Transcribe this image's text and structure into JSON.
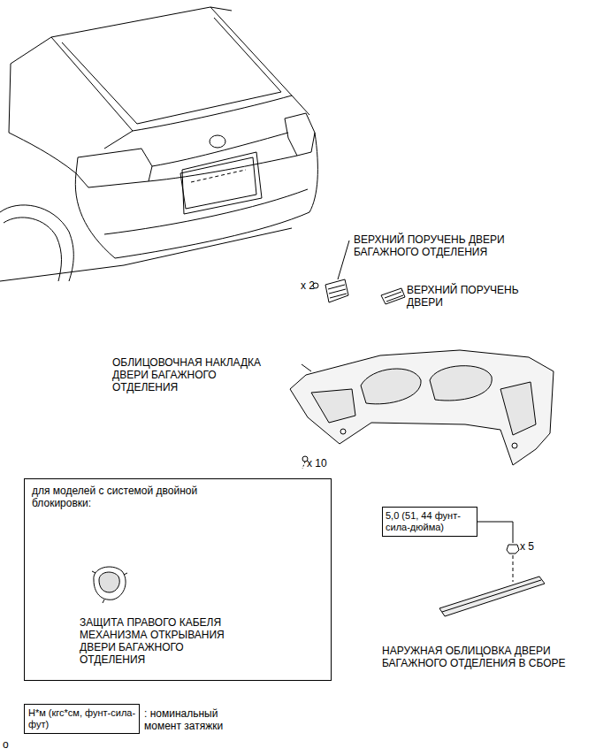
{
  "diagram": {
    "nodes": [
      {
        "text": [
          "для моделей с системой двойной блокировки:",
          "ЗАЩИТА ПРАВОГО КАБЕЛЯ МЕХАНИЗМА ОТКРЫВАНИЯ ДВЕРИ БАГАЖНОГО ОТДЕЛЕНИЯ"
        ]
      },
      {
        "text": [
          "5,0 (51, 44 фунт-сила-дюйма)"
        ]
      },
      {
        "text": [
          "Н*м (кгс*см, фунт-сила-фут)"
        ]
      }
    ],
    "labels": [
      "ВЕРХНИЙ ПОРУЧЕНЬ ДВЕРИ БАГАЖНОГО ОТДЕЛЕНИЯ",
      "x 2",
      "ВЕРХНИЙ ПОРУЧЕНЬ ДВЕРИ",
      "ОБЛИЦОВОЧНАЯ НАКЛАДКА ДВЕРИ БАГАЖНОГО ОТДЕЛЕНИЯ",
      "x 10",
      "x 5",
      "НАРУЖНАЯ ОБЛИЦОВКА ДВЕРИ БАГАЖНОГО ОТДЕЛЕНИЯ В СБОРЕ",
      ": номинальный момент затяжки",
      "o"
    ]
  }
}
